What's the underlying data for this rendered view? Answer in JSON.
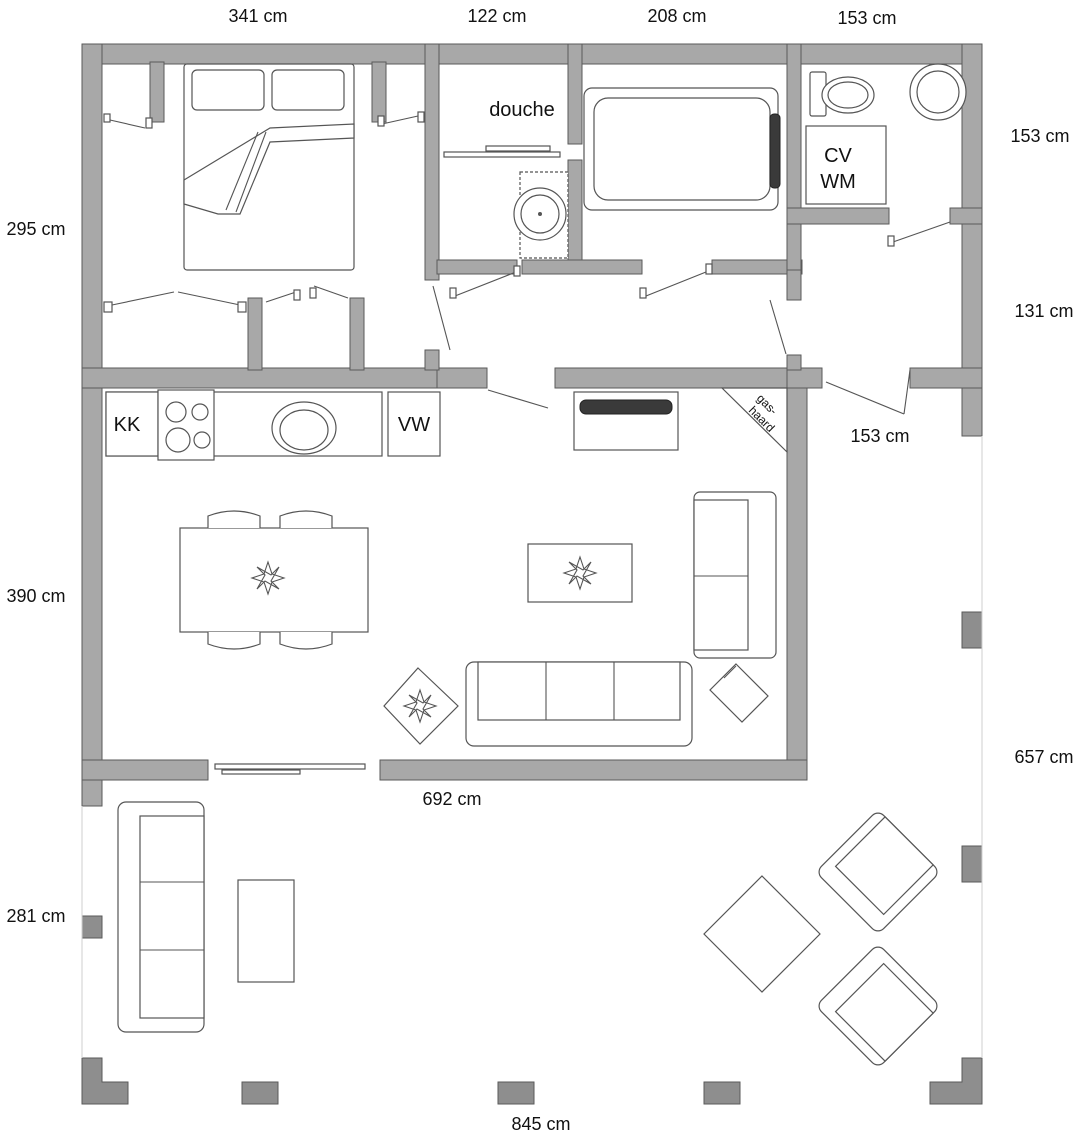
{
  "dimensions": {
    "top_1": "341 cm",
    "top_2": "122 cm",
    "top_3": "208 cm",
    "top_4": "153 cm",
    "right_bath": "153 cm",
    "right_hall": "131 cm",
    "hall_bottom": "153 cm",
    "left_bedroom": "295 cm",
    "left_living": "390 cm",
    "living_bottom": "692 cm",
    "right_total": "657 cm",
    "left_terrace": "281 cm",
    "bottom_total": "845 cm"
  },
  "labels": {
    "shower": "douche",
    "cv": "CV",
    "wm": "WM",
    "kk": "KK",
    "vw": "VW",
    "fireplace_1": "gas-",
    "fireplace_2": "haard"
  }
}
